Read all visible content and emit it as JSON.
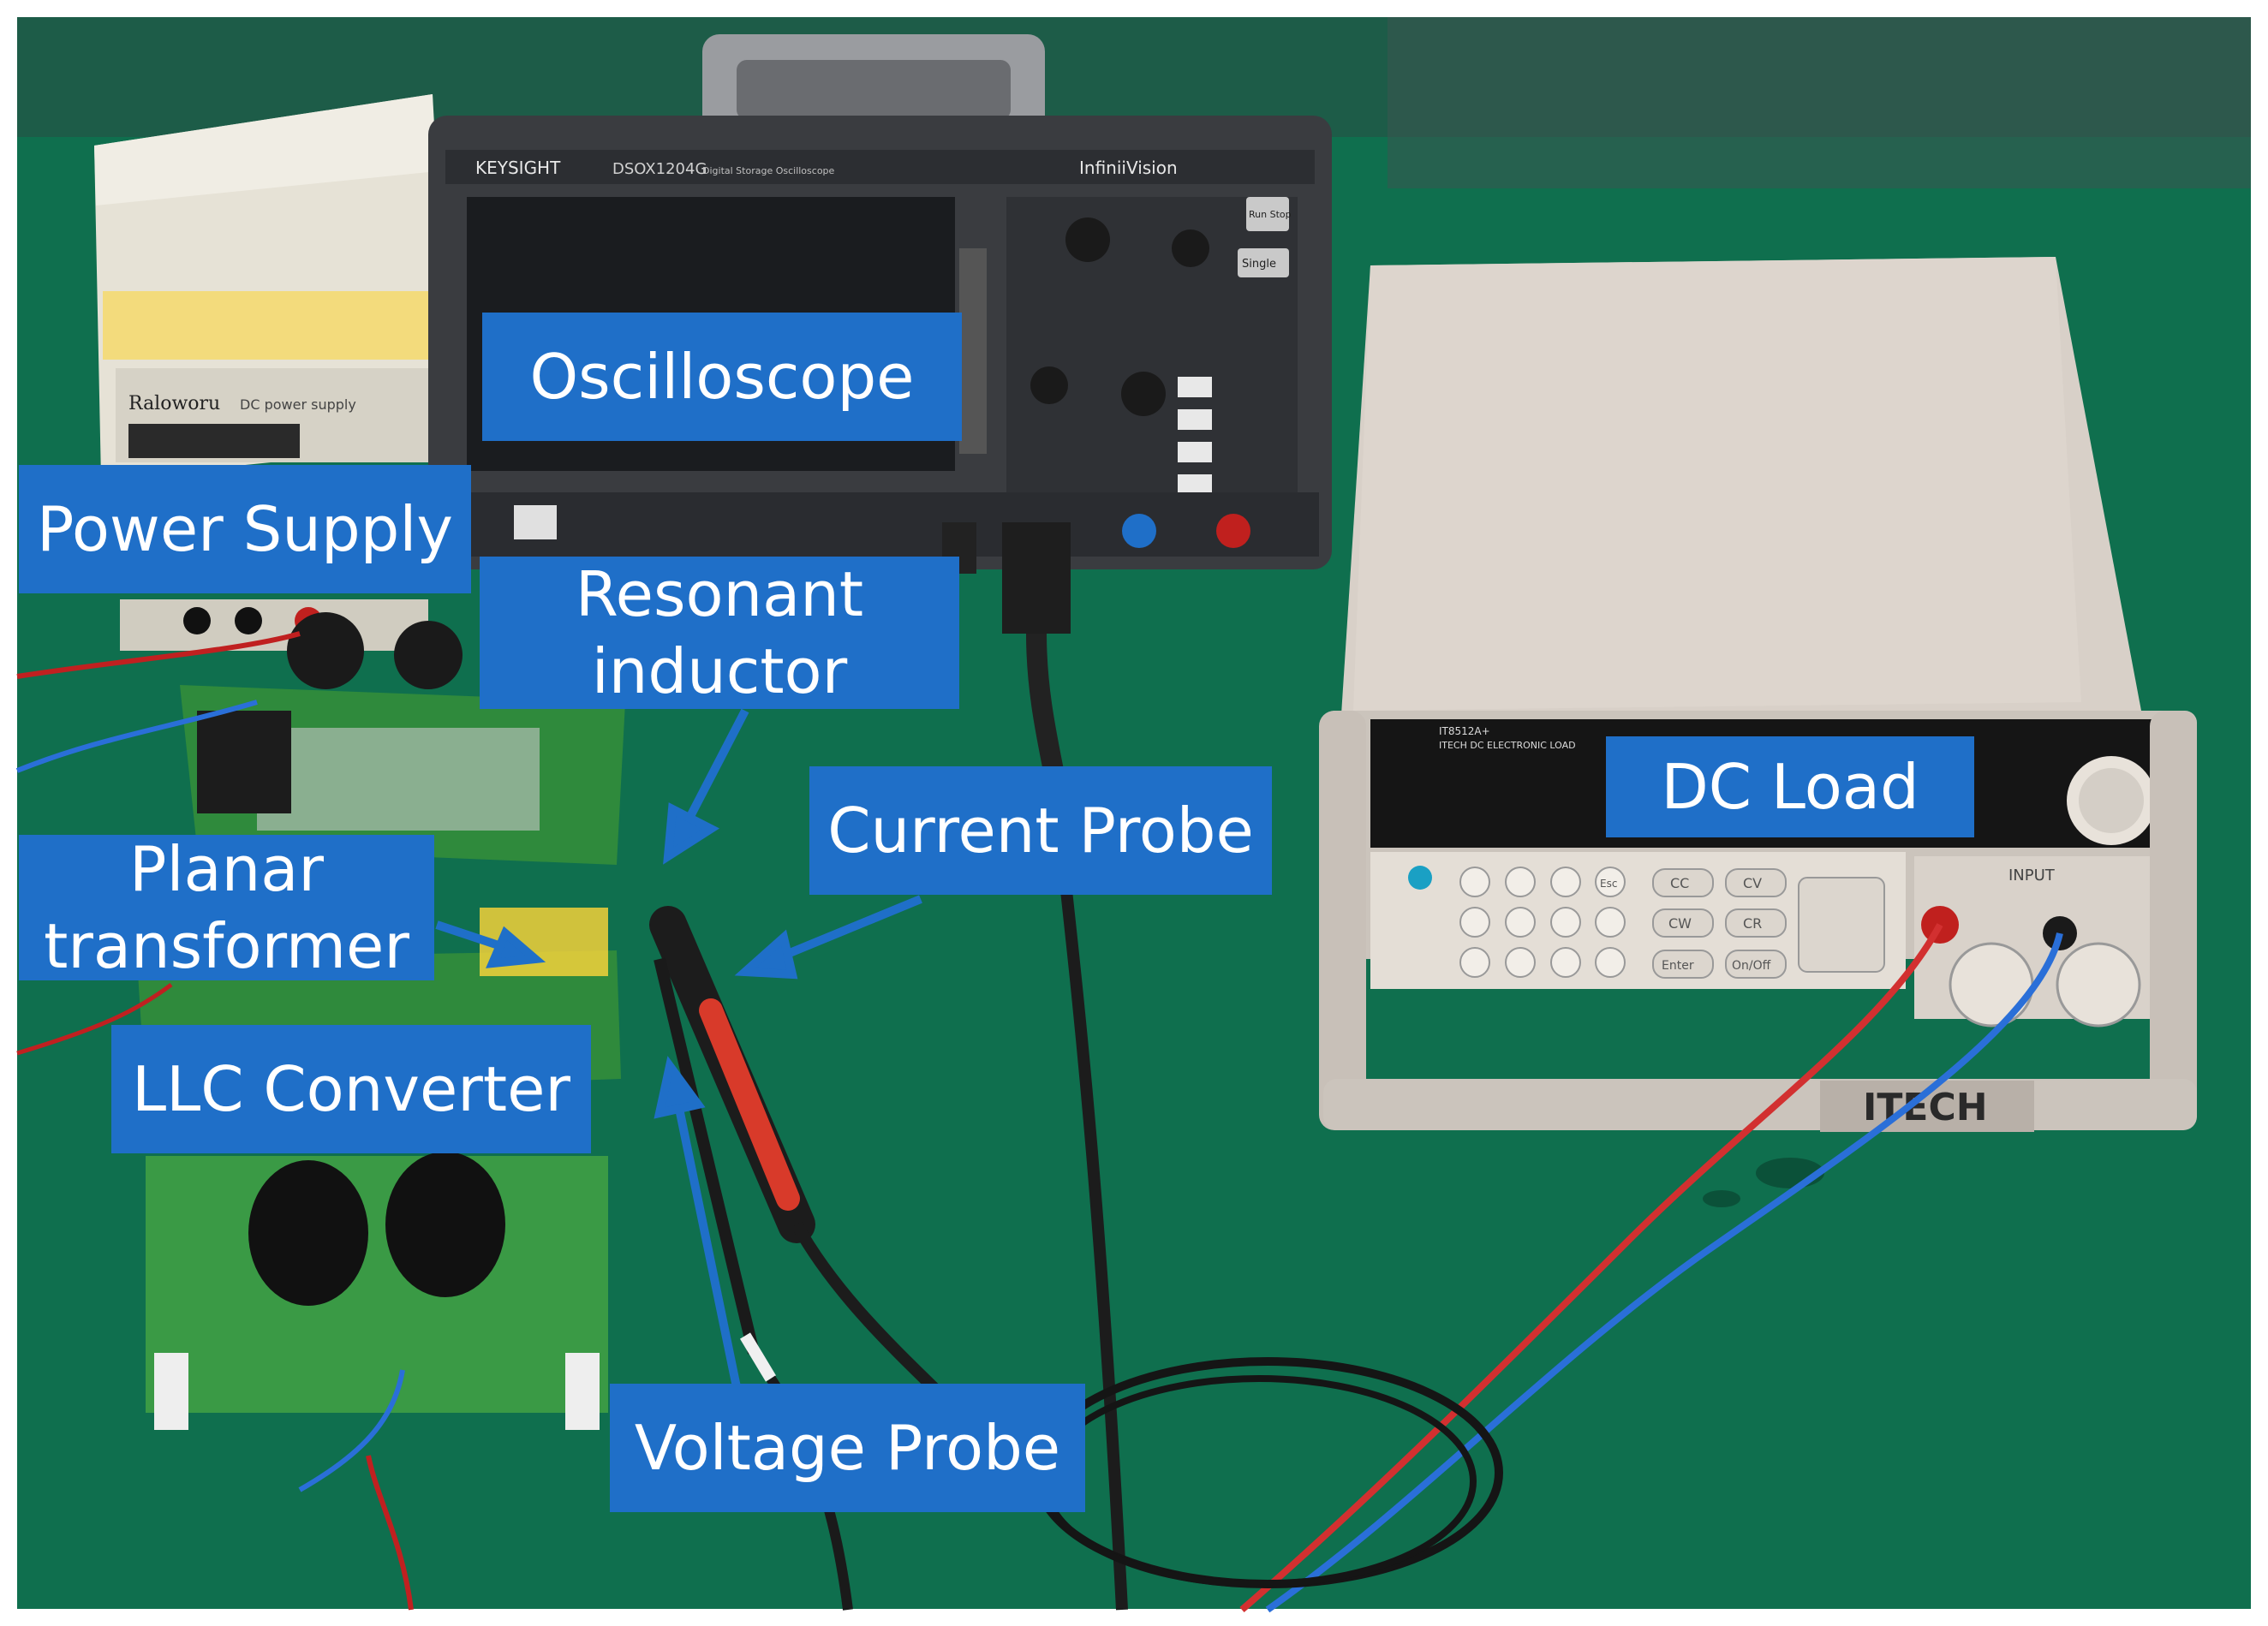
{
  "colors": {
    "label_bg": "#1f6fc8",
    "label_text": "#ffffff",
    "bench_green": "#0f6f4e"
  },
  "instrument_text": {
    "oscilloscope_brand": "KEYSIGHT",
    "oscilloscope_model": "DSOX1204G",
    "oscilloscope_series": "InfiniiVision",
    "oscilloscope_desc": "Digital Storage Oscilloscope",
    "osc_run_stop": "Run Stop",
    "osc_single": "Single",
    "psu_brand": "Raloworu",
    "psu_desc": "DC power supply",
    "load_brand": "ITECH",
    "load_model": "IT8512A+",
    "load_desc": "ITECH DC ELECTRONIC LOAD",
    "load_input": "INPUT",
    "load_keys": [
      "CC",
      "CV",
      "CW",
      "CR",
      "Enter",
      "On/Off",
      "Esc"
    ]
  },
  "labels": {
    "oscilloscope": "Oscilloscope",
    "power_supply": "Power Supply",
    "resonant_inductor": "Resonant\ninductor",
    "current_probe": "Current Probe",
    "dc_load": "DC Load",
    "planar_transformer": "Planar\ntransformer",
    "llc_converter": "LLC Converter",
    "voltage_probe": "Voltage Probe"
  }
}
